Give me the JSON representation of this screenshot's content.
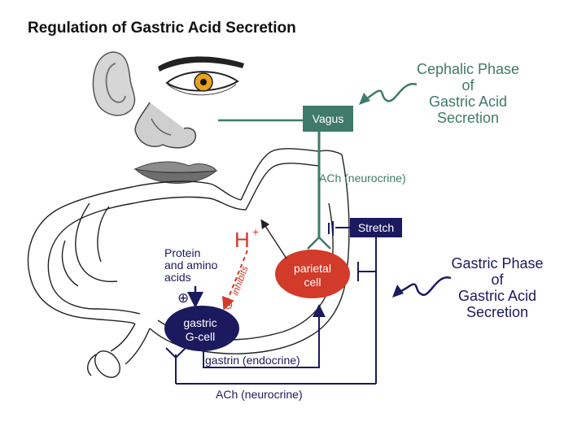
{
  "title": "Regulation of Gastric Acid Secretion",
  "cephalic_phase": {
    "line1": "Cephalic Phase",
    "line2": "of",
    "line3": "Gastric Acid",
    "line4": "Secretion"
  },
  "gastric_phase": {
    "line1": "Gastric Phase",
    "line2": "of",
    "line3": "Gastric Acid",
    "line4": "Secretion"
  },
  "vagus_label": "Vagus",
  "stretch_label": "Stretch",
  "ach_neurocrine_top": "ACh (neurocrine)",
  "ach_neurocrine_bottom": "ACh (neurocrine)",
  "gastrin_label": "gastrin (endocrine)",
  "protein_label": {
    "line1": "Protein",
    "line2": "and amino",
    "line3": "acids"
  },
  "parietal_cell": {
    "line1": "parietal",
    "line2": "cell"
  },
  "g_cell": {
    "line1": "gastric",
    "line2": "G-cell"
  },
  "h_ion": {
    "symbol": "H",
    "charge": "+"
  },
  "inhibits_label": "inhibits",
  "plus_sign": "⊕",
  "minus_sign": "⊖",
  "colors": {
    "vagus_green": "#3f7a6a",
    "navy": "#1c1a5e",
    "red": "#d23a2a",
    "stomach_outline": "#222222"
  }
}
